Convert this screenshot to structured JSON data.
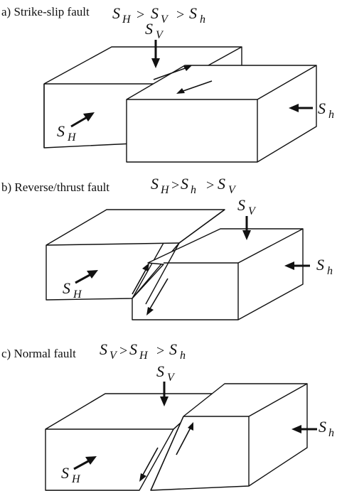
{
  "panels": [
    {
      "id": "a",
      "caption": "a)  Strike-slip fault",
      "relation": {
        "s1": "S",
        "s1_sub": "H",
        "op1": ">",
        "s2": "S",
        "s2_sub": "V",
        "op2": ">",
        "s3": "S",
        "s3_sub": "h"
      },
      "labels": {
        "sv": {
          "main": "S",
          "sub": "V"
        },
        "sh_big": {
          "main": "S",
          "sub": "H"
        },
        "sh_small": {
          "main": "S",
          "sub": "h"
        }
      }
    },
    {
      "id": "b",
      "caption": "b)  Reverse/thrust fault",
      "relation": {
        "s1": "S",
        "s1_sub": "H",
        "op1": ">",
        "s2": "S",
        "s2_sub": "h",
        "op2": ">",
        "s3": "S",
        "s3_sub": "V"
      },
      "labels": {
        "sv": {
          "main": "S",
          "sub": "V"
        },
        "sh_big": {
          "main": "S",
          "sub": "H"
        },
        "sh_small": {
          "main": "S",
          "sub": "h"
        }
      }
    },
    {
      "id": "c",
      "caption": "c)  Normal fault",
      "relation": {
        "s1": "S",
        "s1_sub": "V",
        "op1": ">",
        "s2": "S",
        "s2_sub": "H",
        "op2": ">",
        "s3": "S",
        "s3_sub": "h"
      },
      "labels": {
        "sv": {
          "main": "S",
          "sub": "V"
        },
        "sh_big": {
          "main": "S",
          "sub": "H"
        },
        "sh_small": {
          "main": "S",
          "sub": "h"
        }
      }
    }
  ],
  "colors": {
    "ink": "#111111",
    "paper": "#ffffff"
  }
}
